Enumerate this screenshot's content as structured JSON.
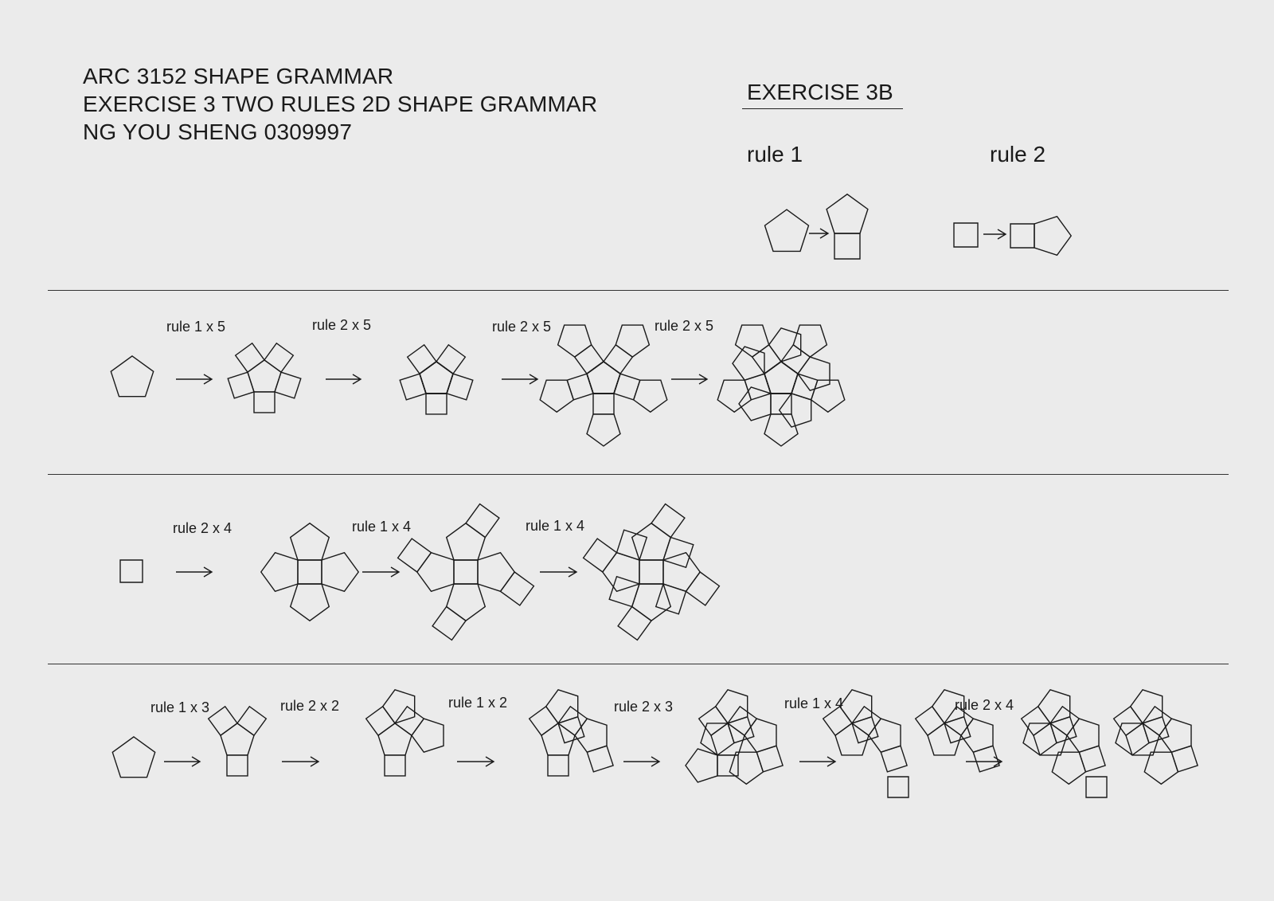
{
  "header": {
    "line1": "ARC 3152 SHAPE GRAMMAR",
    "line2": "EXERCISE 3 TWO RULES 2D SHAPE GRAMMAR",
    "line3": "NG YOU SHENG 0309997"
  },
  "exercise_title": "EXERCISE 3B",
  "rules": [
    {
      "title": "rule 1",
      "from": "pentagon",
      "to": "pentagon with square attached below"
    },
    {
      "title": "rule 2",
      "from": "square",
      "to": "square with pentagon attached right"
    }
  ],
  "sequences": [
    {
      "start_shape": "pentagon",
      "steps": [
        "rule 1 x 5",
        "rule 2 x 5",
        "rule 2 x 5",
        "rule 2 x 5"
      ]
    },
    {
      "start_shape": "square",
      "steps": [
        "rule 2 x 4",
        "rule 1 x 4",
        "rule 1 x 4"
      ]
    },
    {
      "start_shape": "pentagon",
      "steps": [
        "rule 1 x 3",
        "rule 2 x 2",
        "rule 1 x 2",
        "rule 2 x 3",
        "rule 1 x 4",
        "rule 2 x 4"
      ]
    }
  ],
  "colors": {
    "background": "#ebebeb",
    "ink": "#1a1a1a"
  }
}
